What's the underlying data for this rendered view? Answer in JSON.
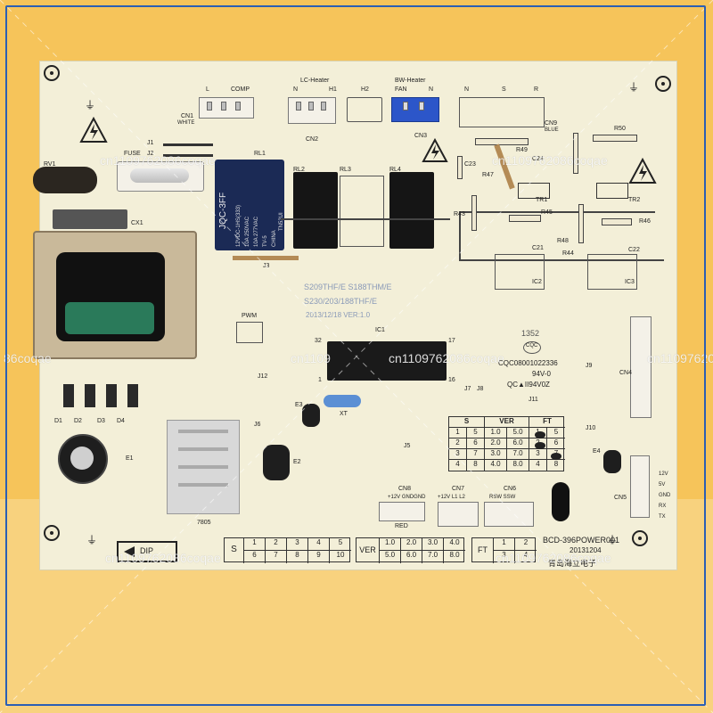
{
  "board": {
    "connectors": {
      "cn1": "CN1",
      "cn1_color": "WHITE",
      "comp_l": "L",
      "comp": "COMP",
      "lc_heater": "LC-Heater",
      "lc_n": "N",
      "lc_h1": "H1",
      "cn2": "CN2",
      "h2": "H2",
      "bw_heater": "BW-Heater",
      "bw_fan": "FAN",
      "bw_n": "N",
      "cn3": "CN3",
      "n": "N",
      "s": "S",
      "r": "R",
      "cn9": "CN9",
      "cn9_color": "BLUE",
      "cn4": "CN4",
      "cn5": "CN5",
      "cn6": "CN6",
      "cn6_pins": "RSW  SSW",
      "cn7": "CN7",
      "cn7_pins": "+12V  L1  L2",
      "cn8": "CN8",
      "cn8_pins": "+12V GNDGND",
      "cn8_color": "RED",
      "pwm": "PWM",
      "cn5_pins": [
        "12V",
        "5V",
        "GND",
        "RX",
        "TX"
      ]
    },
    "components": {
      "fuse": "FUSE",
      "rv1": "RV1",
      "cx1": "CX1",
      "j1": "J1",
      "j2": "J2",
      "j3": "J3",
      "rl1": "RL1",
      "rl2": "RL2",
      "rl3": "RL3",
      "rl4": "RL4",
      "relay_brand": "JQC-3FF",
      "relay_lines": [
        "12VDC-1HS(333)",
        "10A 250VAC",
        "10A 277VAC",
        "TV-5",
        "CHINA"
      ],
      "relay_model": "TN52UI",
      "c23": "C23",
      "c24": "C24",
      "c21": "C21",
      "c22": "C22",
      "r49": "R49",
      "r47": "R47",
      "r43": "R43",
      "r45": "R45",
      "r48": "R48",
      "r44": "R44",
      "r50": "R50",
      "r46": "R46",
      "tr1": "TR1",
      "tr2": "TR2",
      "ic1": "IC1",
      "ic2": "IC2",
      "ic3": "IC3",
      "ic1_pin32": "32",
      "ic1_pin17": "17",
      "ic1_pin1": "1",
      "ic1_pin16": "16",
      "xt": "XT",
      "e1": "E1",
      "e2": "E2",
      "e3": "E3",
      "e4": "E4",
      "d1": "D1",
      "d2": "D2",
      "d3": "D3",
      "d4": "D4",
      "j5": "J5",
      "j6": "J6",
      "j7": "J7",
      "j8": "J8",
      "j9": "J9",
      "j10": "J10",
      "j11": "J11",
      "j12": "J12",
      "reg": "7805",
      "dip": "DIP"
    },
    "model_label": [
      "S209THF/E S188THM/E",
      "S230/203/188THF/E",
      "2013/12/18    VER:1.0"
    ],
    "cert": {
      "cqc_no": "CQC08001022336",
      "v0": "94V-0",
      "qc": "QC▲II94V0Z",
      "mark_num": "1352",
      "mark_code": "CQC"
    },
    "part_no": "BCD-396POWER001",
    "date_code": "20131204",
    "maker": "青岛海立电子",
    "table_small": {
      "headers": [
        "S",
        "VER",
        "FT"
      ],
      "s_rows": [
        [
          "1",
          "5"
        ],
        [
          "2",
          "6"
        ],
        [
          "3",
          "7"
        ],
        [
          "4",
          "8"
        ]
      ],
      "ver_rows": [
        [
          "1.0",
          "5.0"
        ],
        [
          "2.0",
          "6.0"
        ],
        [
          "3.0",
          "7.0"
        ],
        [
          "4.0",
          "8.0"
        ]
      ],
      "ft_rows": [
        [
          "1",
          "5"
        ],
        [
          "2",
          "6"
        ],
        [
          "3",
          "7"
        ],
        [
          "4",
          "8"
        ]
      ]
    },
    "table_bottom": {
      "s_label": "S",
      "s_row1": [
        "1",
        "2",
        "3",
        "4",
        "5"
      ],
      "s_row2": [
        "6",
        "7",
        "8",
        "9",
        "10"
      ],
      "ver_label": "VER",
      "ver_row1": [
        "1.0",
        "2.0",
        "3.0",
        "4.0"
      ],
      "ver_row2": [
        "5.0",
        "6.0",
        "7.0",
        "8.0"
      ],
      "ft_label": "FT",
      "ft_row1": [
        "1",
        "2"
      ],
      "ft_row2": [
        "3",
        "4"
      ]
    }
  },
  "watermarks": [
    "cn1109762086coqae",
    "cn1109762086coqae",
    "cn1109",
    "86coqae",
    "cn1109762086coqae",
    "cn1109762086coqae",
    "cn1109762086coqae",
    "cn1109762086coqae"
  ],
  "colors": {
    "background": "#f6c45a",
    "frame_border": "#2b5fb4",
    "board": "#f3efd8",
    "blue_connector": "#2c56c9",
    "capacitor": "#1e1e1e",
    "relay": "#151515"
  }
}
